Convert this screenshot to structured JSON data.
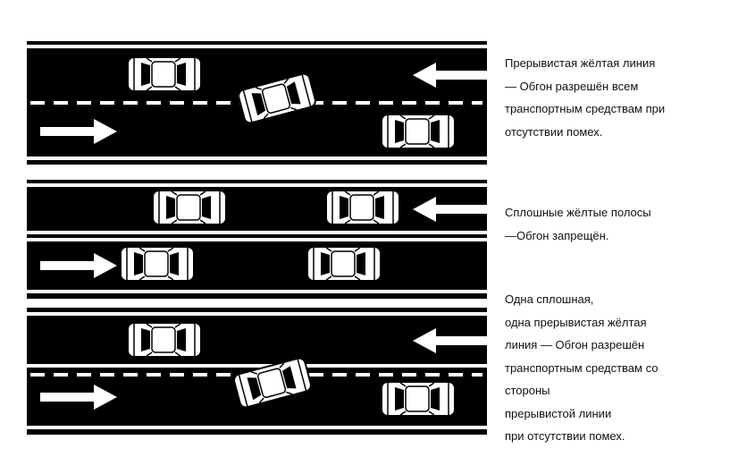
{
  "colors": {
    "road": "#000000",
    "marking": "#ffffff",
    "background": "#ffffff",
    "text": "#111111"
  },
  "panels": [
    {
      "id": "dashed",
      "description_lines": [
        "Прерывистая жёлтая линия",
        "— Обгон разрешён всем",
        "транспортным средствам при",
        "отсутствии помех."
      ]
    },
    {
      "id": "double-solid",
      "description_lines": [
        "Сплошные жёлтые полосы",
        "—Обгон запрещён."
      ]
    },
    {
      "id": "solid-dashed",
      "description_lines": [
        "Одна сплошная,",
        "одна прерывистая жёлтая",
        "линия — Обгон разрешён",
        "транспортным средствам со",
        "стороны",
        "прерывистой линии",
        "при отсутствии помех."
      ]
    }
  ]
}
